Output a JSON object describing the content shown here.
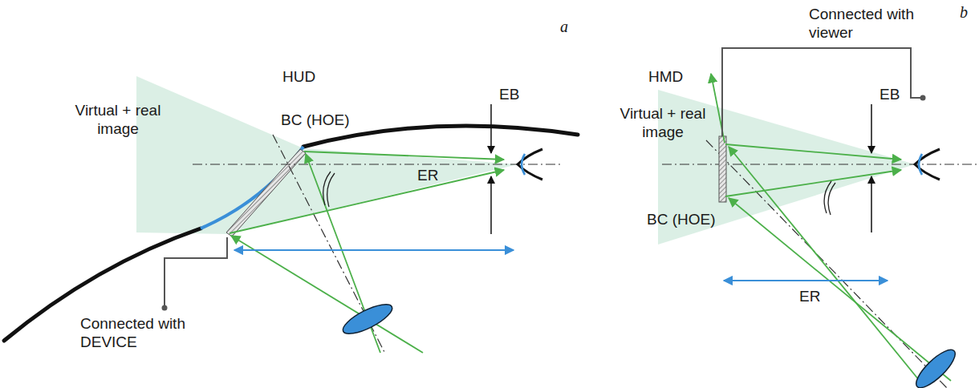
{
  "diagram": {
    "labels": [
      "a",
      "b",
      "Connected with viewer",
      "HUD",
      "HMD",
      "Virtual + real image",
      "BC (HOE)",
      "EB",
      "ER",
      "Virtual + real image",
      "EB",
      "BC (HOE)",
      "ER",
      "Connected with DEVICE"
    ]
  }
}
